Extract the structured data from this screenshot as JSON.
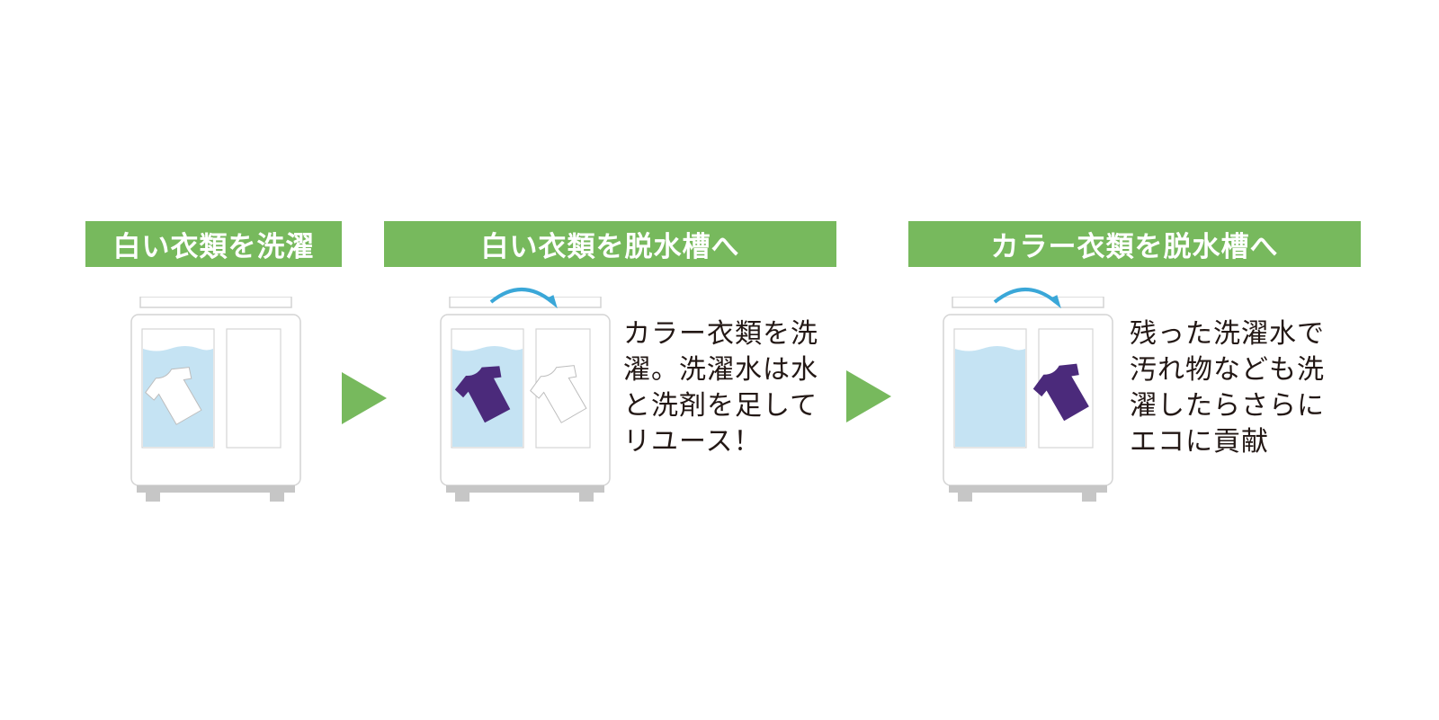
{
  "steps": [
    {
      "label": "白い衣類を洗濯",
      "left_tub": "water",
      "left_shirt": "white",
      "right_shirt": "none",
      "transfer_arrow": false
    },
    {
      "label": "白い衣類を脱水槽へ",
      "left_tub": "water",
      "left_shirt": "purple",
      "right_shirt": "white",
      "transfer_arrow": true,
      "description_lines": [
        "カラー衣類を洗",
        "濯。洗濯水は水",
        "と洗剤を足して",
        "リユース！"
      ]
    },
    {
      "label": "カラー衣類を脱水槽へ",
      "left_tub": "water",
      "left_shirt": "none",
      "right_shirt": "purple",
      "transfer_arrow": true,
      "description_lines": [
        "残った洗濯水で",
        "汚れ物なども洗",
        "濯したらさらに",
        "エコに貢献"
      ]
    }
  ],
  "colors": {
    "label_bg": "#77b95d",
    "label_text": "#ffffff",
    "step_arrow": "#77b95d",
    "water": "#c5e3f3",
    "water_wave": "#b7dbef",
    "transfer_arrow": "#3aa7d8",
    "shirt_purple": "#4b2a7b",
    "shirt_white": "#ffffff",
    "washer_outline": "#d4d4d4",
    "washer_base": "#c6c6c6",
    "text": "#231815"
  },
  "icons": {
    "step_arrow": "triangle-right-icon",
    "transfer_arrow": "curved-arrow-icon",
    "shirt": "t-shirt-icon"
  }
}
